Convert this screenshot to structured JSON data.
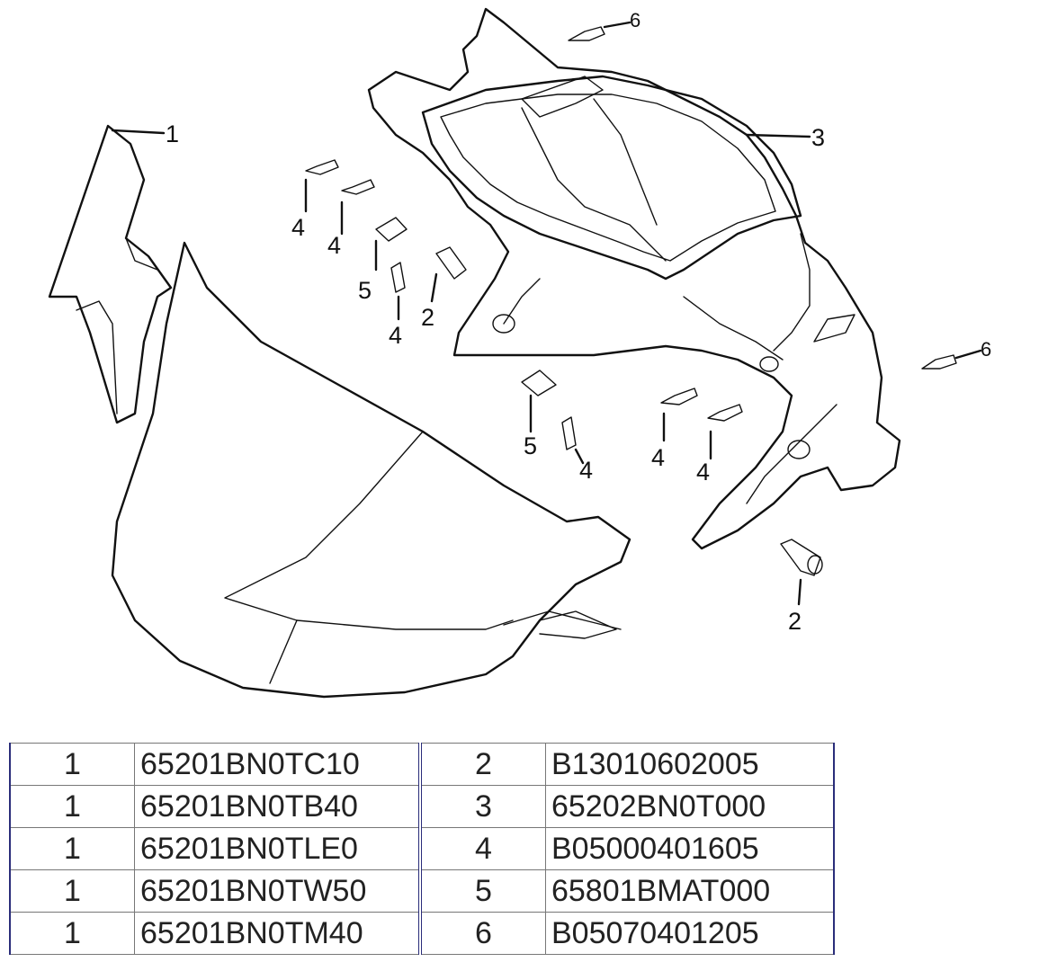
{
  "diagram": {
    "callouts": {
      "cowl_left": "1",
      "screw_top": "6",
      "inner_cover": "3",
      "screw_right": "6",
      "screw_a": "4",
      "screw_b": "4",
      "clip_a": "5",
      "screw_c": "4",
      "bolt_a": "2",
      "clip_b": "5",
      "screw_d": "4",
      "screw_e": "4",
      "screw_f": "4",
      "bolt_b": "2"
    }
  },
  "parts_table": {
    "rows": [
      {
        "qty": "1",
        "code": "65201BN0TC10",
        "ref": "2",
        "part": "B13010602005"
      },
      {
        "qty": "1",
        "code": "65201BN0TB40",
        "ref": "3",
        "part": "65202BN0T000"
      },
      {
        "qty": "1",
        "code": "65201BN0TLE0",
        "ref": "4",
        "part": "B05000401605"
      },
      {
        "qty": "1",
        "code": "65201BN0TW50",
        "ref": "5",
        "part": "65801BMAT000"
      },
      {
        "qty": "1",
        "code": "65201BN0TM40",
        "ref": "6",
        "part": "B05070401205"
      }
    ]
  }
}
